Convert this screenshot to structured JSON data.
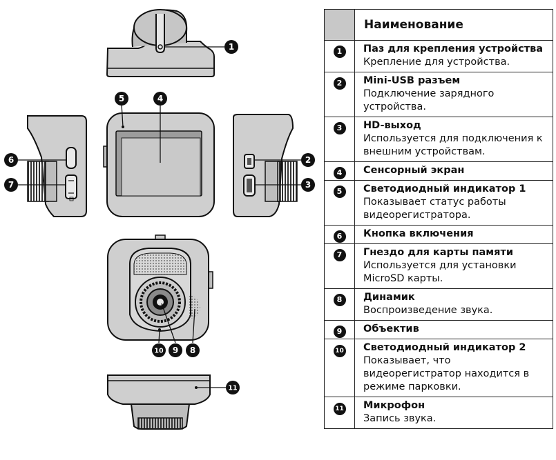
{
  "table": {
    "header": "Наименование",
    "rows": [
      {
        "num": "1",
        "title": "Паз для крепления устройства",
        "desc": "Крепление для устройства."
      },
      {
        "num": "2",
        "title": "Mini-USB разъем",
        "desc": "Подключение зарядного устройства."
      },
      {
        "num": "3",
        "title": "HD-выход",
        "desc": "Используется для подключения к внешним устройствам."
      },
      {
        "num": "4",
        "title": "Сенсорный экран",
        "desc": ""
      },
      {
        "num": "5",
        "title": "Светодиодный индикатор 1",
        "desc": "Показывает статус работы видеорегистратора."
      },
      {
        "num": "6",
        "title": "Кнопка включения",
        "desc": ""
      },
      {
        "num": "7",
        "title": "Гнездо для карты памяти",
        "desc": "Используется для установки MicroSD карты."
      },
      {
        "num": "8",
        "title": "Динамик",
        "desc": "Воспроизведение звука."
      },
      {
        "num": "9",
        "title": "Объектив",
        "desc": ""
      },
      {
        "num": "10",
        "title": "Светодиодный индикатор 2",
        "desc": "Показывает, что видеорегистратор находится в режиме парковки."
      },
      {
        "num": "11",
        "title": "Микрофон",
        "desc": "Запись звука."
      }
    ]
  },
  "callouts": [
    "1",
    "2",
    "3",
    "4",
    "5",
    "6",
    "7",
    "8",
    "9",
    "10",
    "11"
  ],
  "colors": {
    "body": "#cfcfcf",
    "body_dark": "#a9a9a9",
    "outline": "#111111",
    "screen": "#c9c9c9",
    "header_cell": "#c8c8c8"
  }
}
